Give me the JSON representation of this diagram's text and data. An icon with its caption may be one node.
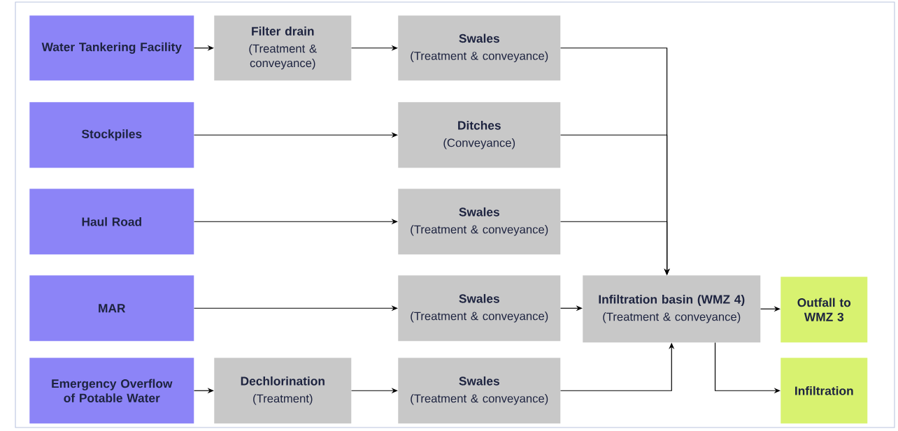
{
  "diagram": {
    "nodes": [
      {
        "text": [
          "Water Tankering Facility"
        ]
      },
      {
        "text": [
          "Filter drain",
          "(Treatment & conveyance)"
        ]
      },
      {
        "text": [
          "Swales",
          "(Treatment & conveyance)"
        ]
      },
      {
        "text": [
          "Stockpiles"
        ]
      },
      {
        "text": [
          "Ditches",
          "(Conveyance)"
        ]
      },
      {
        "text": [
          "Haul Road"
        ]
      },
      {
        "text": [
          "Swales",
          "(Treatment & conveyance)"
        ]
      },
      {
        "text": [
          "MAR"
        ]
      },
      {
        "text": [
          "Swales",
          "(Treatment & conveyance)"
        ]
      },
      {
        "text": [
          "Infiltration basin (WMZ 4)",
          "(Treatment & conveyance)"
        ]
      },
      {
        "text": [
          "Outfall to WMZ 3"
        ]
      },
      {
        "text": [
          "Emergency Overflow of Potable Water"
        ]
      },
      {
        "text": [
          "Dechlorination",
          "(Treatment)"
        ]
      },
      {
        "text": [
          "Swales",
          "(Treatment & conveyance)"
        ]
      },
      {
        "text": [
          "Infiltration"
        ]
      }
    ],
    "edges": [
      {
        "from": 0,
        "to": 1,
        "arrow": "to"
      },
      {
        "from": 1,
        "to": 2,
        "arrow": "to"
      },
      {
        "from": 2,
        "to": 9,
        "arrow": "to"
      },
      {
        "from": 3,
        "to": 4,
        "arrow": "to"
      },
      {
        "from": 4,
        "to": 9,
        "arrow": "to"
      },
      {
        "from": 5,
        "to": 6,
        "arrow": "to"
      },
      {
        "from": 6,
        "to": 9,
        "arrow": "to"
      },
      {
        "from": 7,
        "to": 8,
        "arrow": "to"
      },
      {
        "from": 8,
        "to": 9,
        "arrow": "to"
      },
      {
        "from": 9,
        "to": 10,
        "arrow": "to"
      },
      {
        "from": 11,
        "to": 12,
        "arrow": "to"
      },
      {
        "from": 12,
        "to": 13,
        "arrow": "to"
      },
      {
        "from": 13,
        "to": 9,
        "arrow": "to"
      },
      {
        "from": 9,
        "to": 14,
        "arrow": "to"
      }
    ]
  }
}
